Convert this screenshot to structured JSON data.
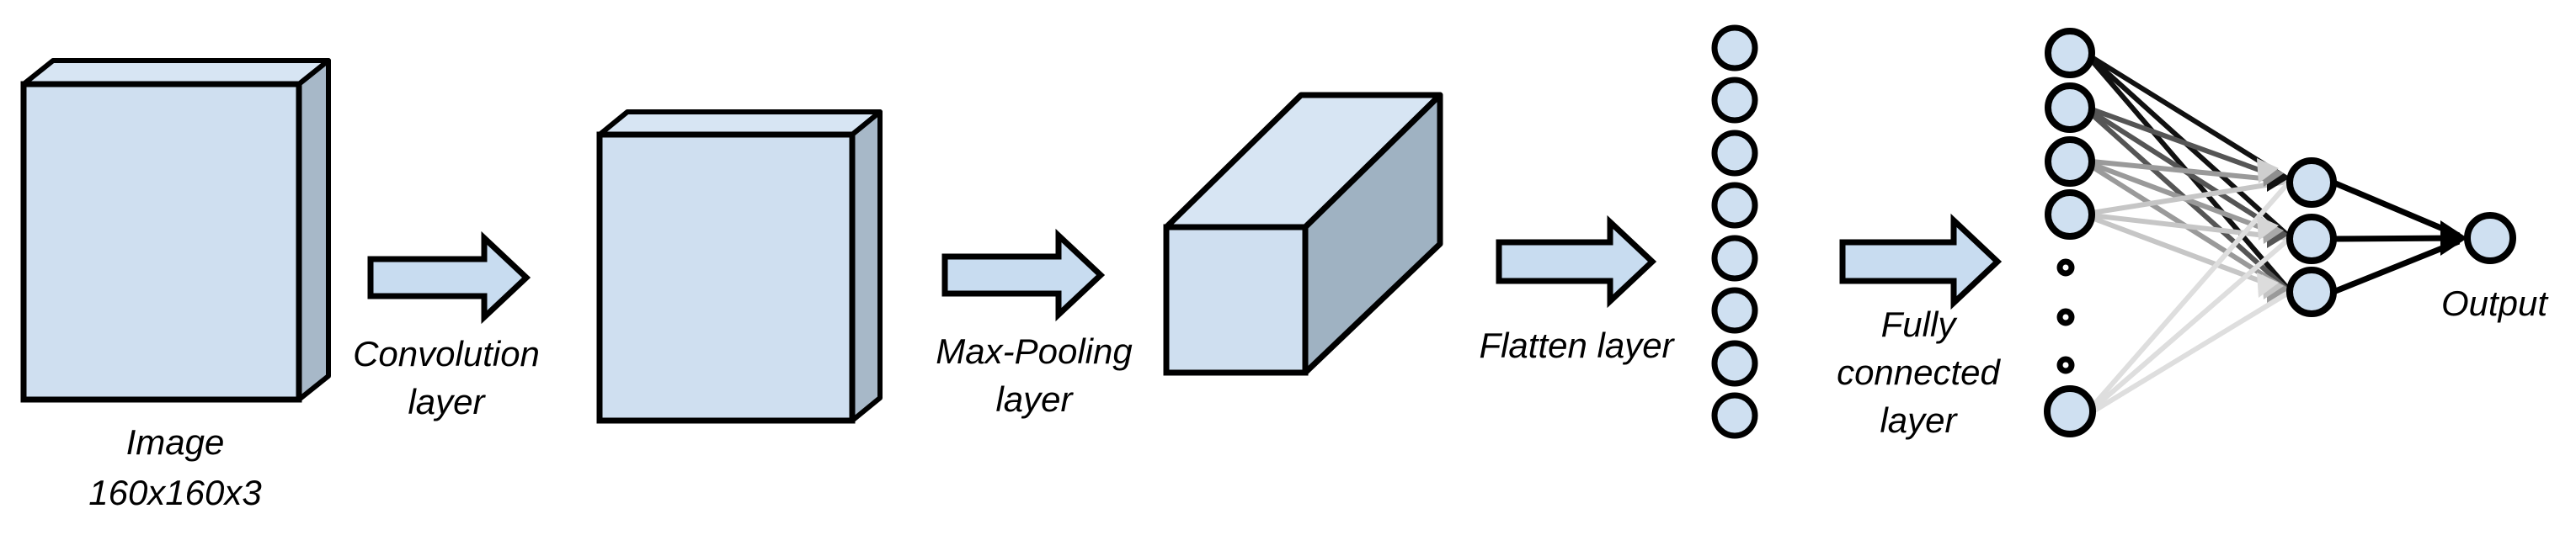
{
  "diagram": {
    "title": "CNN architecture pipeline",
    "type": "neural-network-architecture",
    "background_color": "#ffffff",
    "palette": {
      "block_face": "#cfdff0",
      "block_top": "#d7e5f3",
      "block_side": "#a7b8c8",
      "cuboid_side": "#9fb2c2",
      "node_fill": "#cfe0f1",
      "stroke": "#000000",
      "arrow_fill": "#c8dcf0"
    },
    "stages": [
      {
        "id": "image",
        "shape": "slab",
        "label_lines": [
          "Image",
          "160x160x3"
        ]
      },
      {
        "id": "convolution",
        "shape": "arrow",
        "label_lines": [
          "Convolution",
          "layer"
        ]
      },
      {
        "id": "feature-map",
        "shape": "slab",
        "label_lines": []
      },
      {
        "id": "max-pooling",
        "shape": "arrow",
        "label_lines": [
          "Max-Pooling",
          "layer"
        ]
      },
      {
        "id": "pooled-volume",
        "shape": "cuboid",
        "label_lines": []
      },
      {
        "id": "flatten",
        "shape": "arrow",
        "label_lines": [
          "Flatten layer"
        ]
      },
      {
        "id": "flatten-vector",
        "shape": "node-column",
        "node_count": 8,
        "label_lines": []
      },
      {
        "id": "fully-connected",
        "shape": "arrow",
        "label_lines": [
          "Fully",
          "connected",
          "layer"
        ]
      },
      {
        "id": "dense-layer",
        "shape": "node-column",
        "node_count": 5,
        "ellipsis_dots": 3,
        "label_lines": []
      },
      {
        "id": "hidden-layer",
        "shape": "node-column",
        "node_count": 3,
        "label_lines": []
      },
      {
        "id": "output",
        "shape": "node",
        "node_count": 1,
        "label_lines": [
          "Output"
        ]
      }
    ],
    "labels": {
      "image_line1": "Image",
      "image_line2": "160x160x3",
      "convolution_line1": "Convolution",
      "convolution_line2": "layer",
      "maxpool_line1": "Max-Pooling",
      "maxpool_line2": "layer",
      "flatten_line1": "Flatten layer",
      "fullyconnected_line1": "Fully",
      "fullyconnected_line2": "connected",
      "fullyconnected_line3": "layer",
      "output_label": "Output"
    }
  }
}
